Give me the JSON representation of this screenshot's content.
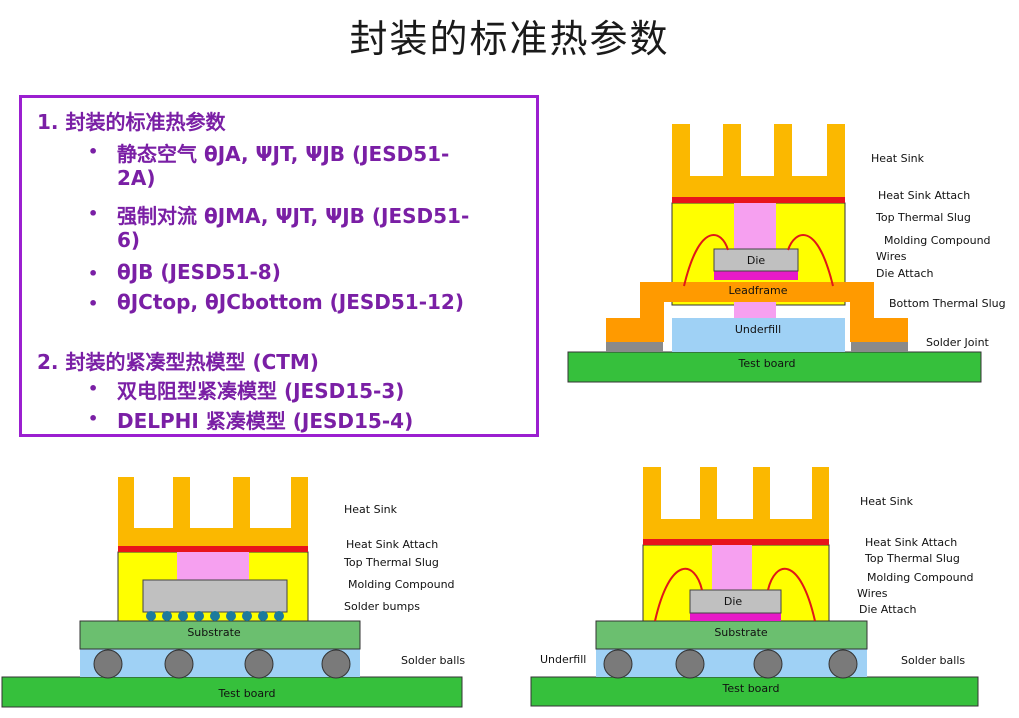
{
  "title": "封装的标准热参数",
  "list": {
    "s1_heading": "1. 封装的标准热参数",
    "s1_items": [
      {
        "line1": "静态空气 θJA, ΨJT, ΨJB (JESD51-",
        "line2": "2A)"
      },
      {
        "line1": "强制对流 θJMA, ΨJT, ΨJB (JESD51-",
        "line2": "6)"
      },
      {
        "line1": "θJB (JESD51-8)",
        "line2": ""
      },
      {
        "line1": "θJCtop, θJCbottom (JESD51-12)",
        "line2": ""
      }
    ],
    "s2_heading": "2. 封装的紧凑型热模型 (CTM)",
    "s2_items": [
      "双电阻型紧凑模型 (JESD15-3)",
      "DELPHI 紧凑模型 (JESD15-4)"
    ],
    "bullet_char": "•"
  },
  "diagram_tr": {
    "labels": {
      "heat_sink": "Heat Sink",
      "heat_sink_attach": "Heat Sink Attach",
      "top_thermal_slug": "Top Thermal Slug",
      "molding_compound": "Molding Compound",
      "wires": "Wires",
      "die_attach": "Die Attach",
      "bottom_thermal_slug": "Bottom Thermal Slug",
      "solder_joint": "Solder Joint"
    },
    "inner": {
      "die": "Die",
      "leadframe": "Leadframe",
      "underfill": "Underfill",
      "test_board": "Test board"
    }
  },
  "diagram_bl": {
    "labels": {
      "heat_sink": "Heat Sink",
      "heat_sink_attach": "Heat Sink Attach",
      "top_thermal_slug": "Top Thermal Slug",
      "molding_compound": "Molding Compound",
      "solder_bumps": "Solder bumps",
      "solder_balls": "Solder balls"
    },
    "inner": {
      "substrate": "Substrate",
      "test_board": "Test board"
    }
  },
  "diagram_br": {
    "labels": {
      "heat_sink": "Heat Sink",
      "heat_sink_attach": "Heat Sink Attach",
      "top_thermal_slug": "Top Thermal Slug",
      "molding_compound": "Molding Compound",
      "wires": "Wires",
      "die_attach": "Die Attach",
      "underfill": "Underfill",
      "solder_balls": "Solder balls"
    },
    "inner": {
      "die": "Die",
      "substrate": "Substrate",
      "test_board": "Test board"
    }
  },
  "colors": {
    "heat_sink": "#fbb800",
    "attach": "#e8141b",
    "slug": "#f6a0f0",
    "molding": "#ffff00",
    "wire": "#e01818",
    "die": "#c0c0c0",
    "die_attach": "#e81ac8",
    "leadframe": "#ff9a00",
    "underfill": "#9fd1f5",
    "substrate": "#6bbf6f",
    "test_board": "#36c03c",
    "solder_ball": "#7a7a7a",
    "bump": "#1c7a9c",
    "text_purple": "#7a1fa5",
    "border_purple": "#9b1fd0"
  }
}
